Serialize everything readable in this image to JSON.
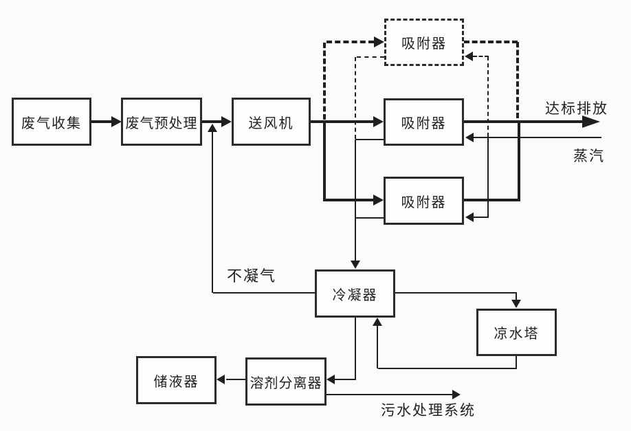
{
  "diagram": {
    "nodes": {
      "collection": {
        "label": "废气收集"
      },
      "pretreatment": {
        "label": "废气预处理"
      },
      "blower": {
        "label": "送风机"
      },
      "adsorber_standby": {
        "label": "吸附器"
      },
      "adsorber_a": {
        "label": "吸附器"
      },
      "adsorber_b": {
        "label": "吸附器"
      },
      "condenser": {
        "label": "冷凝器"
      },
      "cooling_tower": {
        "label": "凉水塔"
      },
      "reservoir": {
        "label": "储液器"
      },
      "separator": {
        "label": "溶剂分离器"
      }
    },
    "labels": {
      "discharge": "达标排放",
      "steam": "蒸汽",
      "non_condensable_gas": "不凝气",
      "sewage_system": "污水处理系统"
    },
    "colors": {
      "background": "#fcfbf9",
      "line": "#1f1f1f",
      "box_border": "#2b2b2b",
      "box_fill": "#fdfdfc",
      "text": "#222222"
    }
  }
}
